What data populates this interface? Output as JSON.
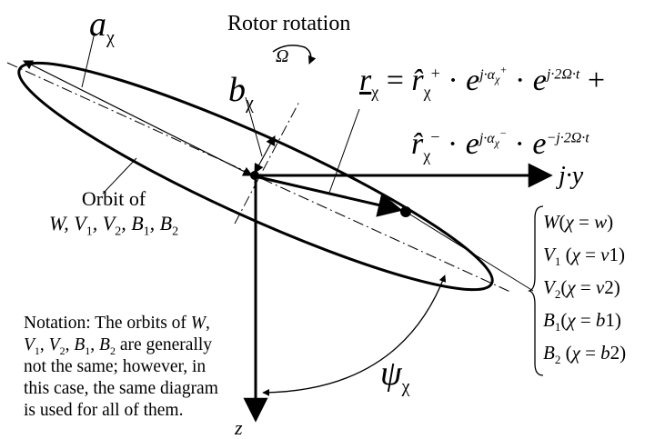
{
  "labels": {
    "a": "a",
    "b": "b",
    "chi": "χ",
    "rotor_rotation": "Rotor rotation",
    "omega": "Ω",
    "r": "r",
    "jy": "j·y",
    "z": "z",
    "psi": "ψ"
  },
  "equation": {
    "line1": "r̲χ = r̂χ+ · e^(j·αχ+) · e^(j·2Ω·t) +",
    "line2": "r̂χ− · e^(j·αχ−) · e^(−j·2Ω·t)"
  },
  "orbit_label": {
    "line1": "Orbit of",
    "line2": "W, V1, V2, B1, B2"
  },
  "legend": [
    {
      "symbol": "W",
      "sub": "",
      "cond": "(χ = w)"
    },
    {
      "symbol": "V",
      "sub": "1",
      "cond": "(χ = v1)"
    },
    {
      "symbol": "V",
      "sub": "2",
      "cond": "(χ = v2)"
    },
    {
      "symbol": "B",
      "sub": "1",
      "cond": "(χ = b1)"
    },
    {
      "symbol": "B",
      "sub": "2",
      "cond": "(χ = b2)"
    }
  ],
  "notation": "Notation: The orbits of W, V1, V2, B1, B2 are generally not the same; however, in this case, the same diagram is used for all of them."
}
